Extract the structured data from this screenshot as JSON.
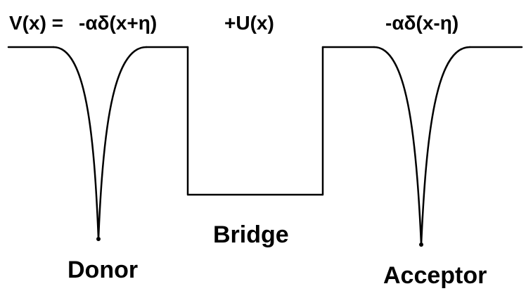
{
  "labels": {
    "potential": "V(x) =",
    "donor_term": "-αδ(x+η)",
    "bridge_term": "+U(x)",
    "acceptor_term": "-αδ(x-η)",
    "donor": "Donor",
    "bridge": "Bridge",
    "acceptor": "Acceptor"
  },
  "colors": {
    "line": "#000000",
    "background": "#ffffff"
  }
}
